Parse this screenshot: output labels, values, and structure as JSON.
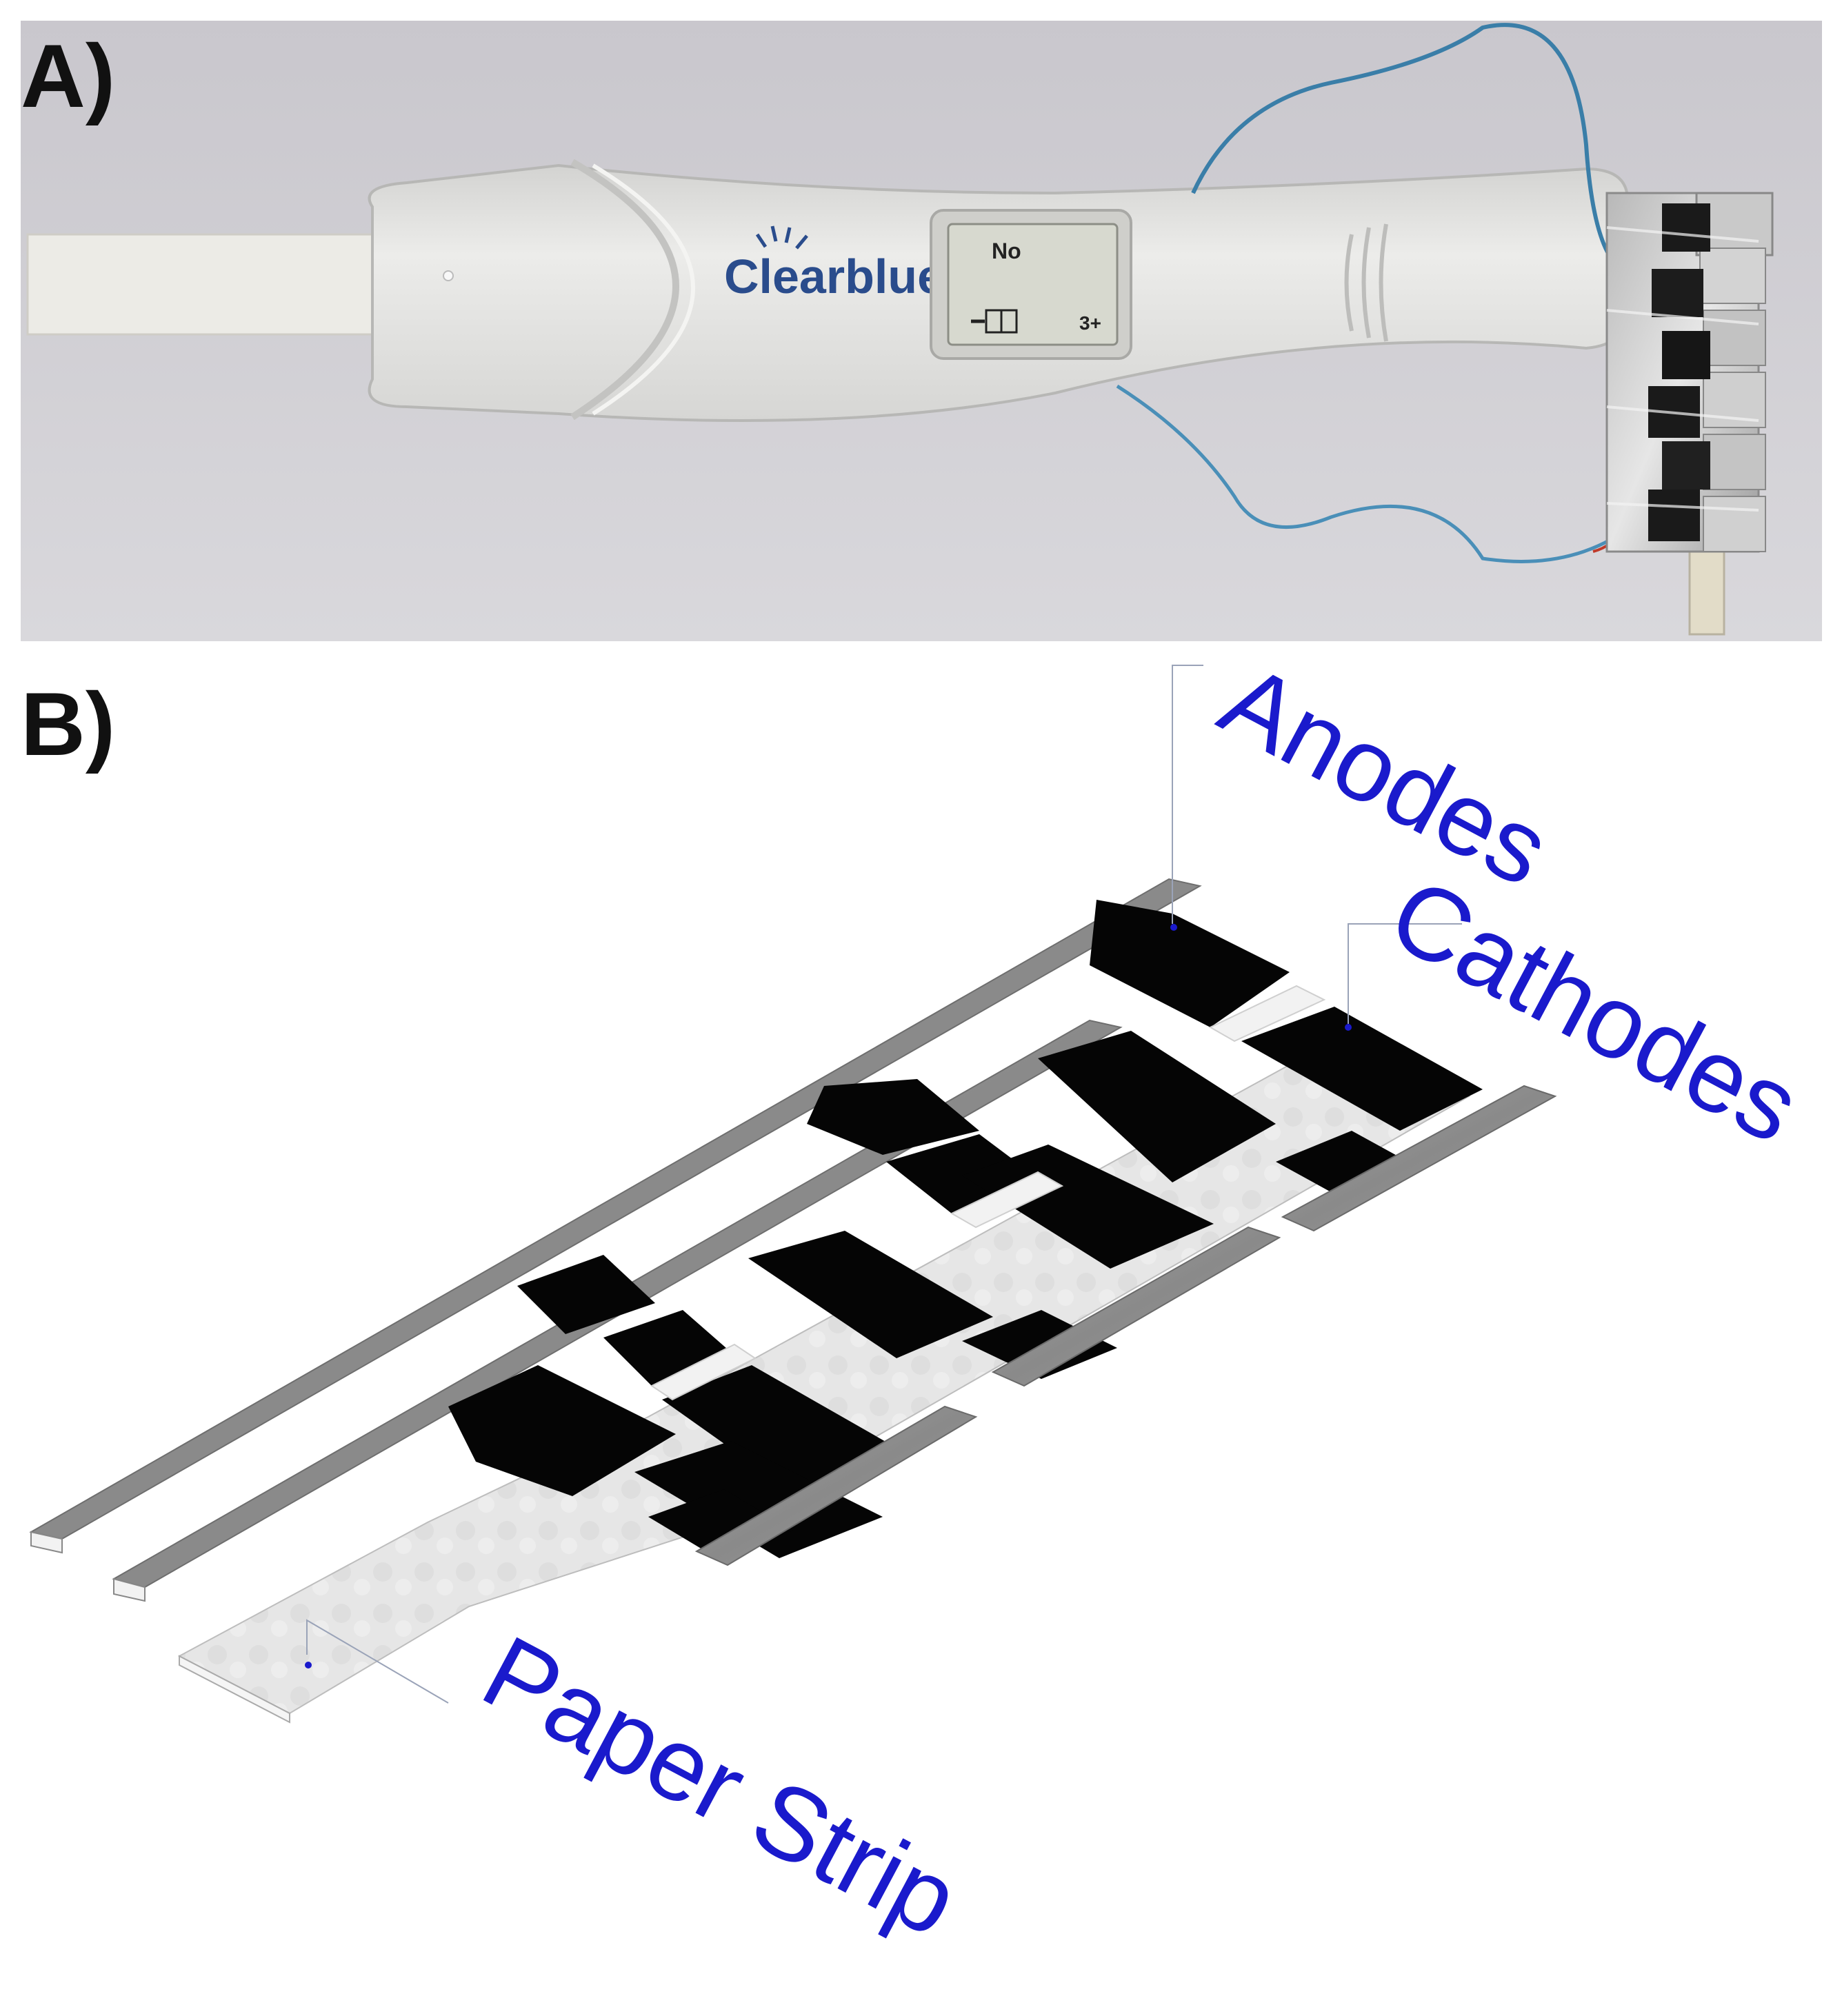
{
  "panels": {
    "a_label": "A)",
    "b_label": "B)"
  },
  "device": {
    "brand": "Clearblue",
    "display_top": "No",
    "display_right": "3+"
  },
  "callouts": {
    "anodes": "Anodes",
    "cathodes": "Cathodes",
    "paper_strip": "Paper Strip"
  },
  "colors": {
    "callout_text": "#1a1acc",
    "electrode_black": "#050505",
    "metal_strip": "#8e8e8e",
    "paper": "#e4e4e4",
    "device_body": "#e2e2e0",
    "brand_blue": "#2a4c8c"
  }
}
